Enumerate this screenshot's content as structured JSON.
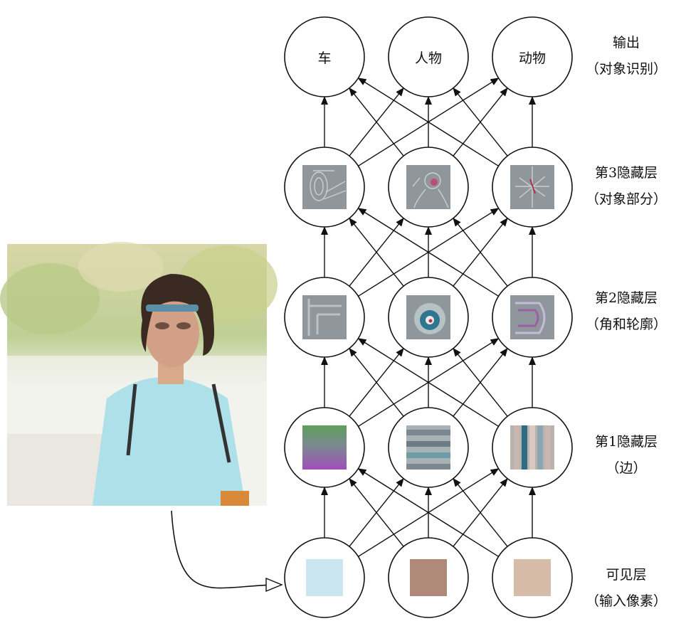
{
  "output_layer": {
    "nodes": [
      "车",
      "人物",
      "动物"
    ],
    "label_line1": "输出",
    "label_line2": "（对象识别）"
  },
  "hidden3": {
    "label_line1": "第3隐藏层",
    "label_line2": "（对象部分）"
  },
  "hidden2": {
    "label_line1": "第2隐藏层",
    "label_line2": "（角和轮廓）"
  },
  "hidden1": {
    "label_line1": "第1隐藏层",
    "label_line2": "（边）"
  },
  "visible": {
    "label_line1": "可见层",
    "label_line2": "（输入像素）",
    "pixel_colors": [
      "#c9e6ee",
      "#b08a78",
      "#d6bba8"
    ]
  },
  "colors": {
    "stroke": "#111111",
    "feature_bg": "#8f979c"
  }
}
